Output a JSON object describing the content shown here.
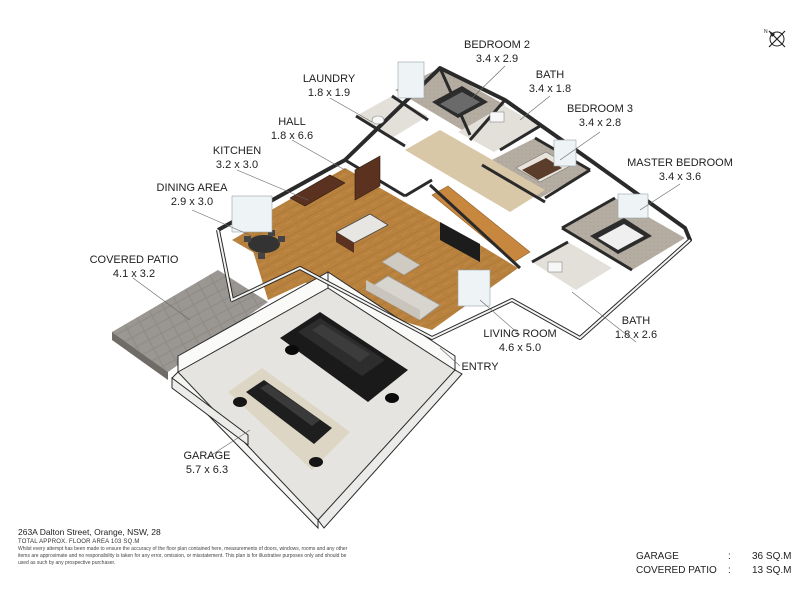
{
  "rooms": {
    "bedroom2": {
      "name": "BEDROOM 2",
      "dims": "3.4 x 2.9"
    },
    "bath1": {
      "name": "BATH",
      "dims": "3.4 x 1.8"
    },
    "laundry": {
      "name": "LAUNDRY",
      "dims": "1.8 x 1.9"
    },
    "bedroom3": {
      "name": "BEDROOM 3",
      "dims": "3.4 x 2.8"
    },
    "hall": {
      "name": "HALL",
      "dims": "1.8 x 6.6"
    },
    "kitchen": {
      "name": "KITCHEN",
      "dims": "3.2 x 3.0"
    },
    "master": {
      "name": "MASTER BEDROOM",
      "dims": "3.4 x 3.6"
    },
    "dining": {
      "name": "DINING AREA",
      "dims": "2.9 x 3.0"
    },
    "patio": {
      "name": "COVERED PATIO",
      "dims": "4.1 x 3.2"
    },
    "bath2": {
      "name": "BATH",
      "dims": "1.8 x 2.6"
    },
    "living": {
      "name": "LIVING ROOM",
      "dims": "4.6 x 5.0"
    },
    "entry": {
      "name": "ENTRY"
    },
    "garage": {
      "name": "GARAGE",
      "dims": "5.7 x 6.3"
    }
  },
  "footer": {
    "address": "263A Dalton Street, Orange, NSW, 28",
    "total_area": "TOTAL APPROX. FLOOR AREA 103 SQ.M",
    "disclaimer": "Whilst every attempt has been made to ensure the accuracy of the floor plan contained here, measurements of doors, windows, rooms and any other items are approximate and no responsibility is taken for any error, omission, or misstatement. This plan is for illustrative purposes only and should be used as such by any prospective purchaser."
  },
  "areas": [
    {
      "name": "GARAGE",
      "sep": ":",
      "value": "36 SQ.M"
    },
    {
      "name": "COVERED PATIO",
      "sep": ":",
      "value": "13 SQ.M"
    }
  ],
  "colors": {
    "floor_wood": "#b8823e",
    "floor_tile": "#d8d4ce",
    "patio_paving": "#8f8b86",
    "garage_floor": "#e6e4e0",
    "wall_top": "#2a2a2a",
    "wall_face": "#f4f4f2",
    "car_dark": "#1a1a1a",
    "car_light": "#ddd6c4"
  },
  "icons": [
    "compass-icon"
  ]
}
